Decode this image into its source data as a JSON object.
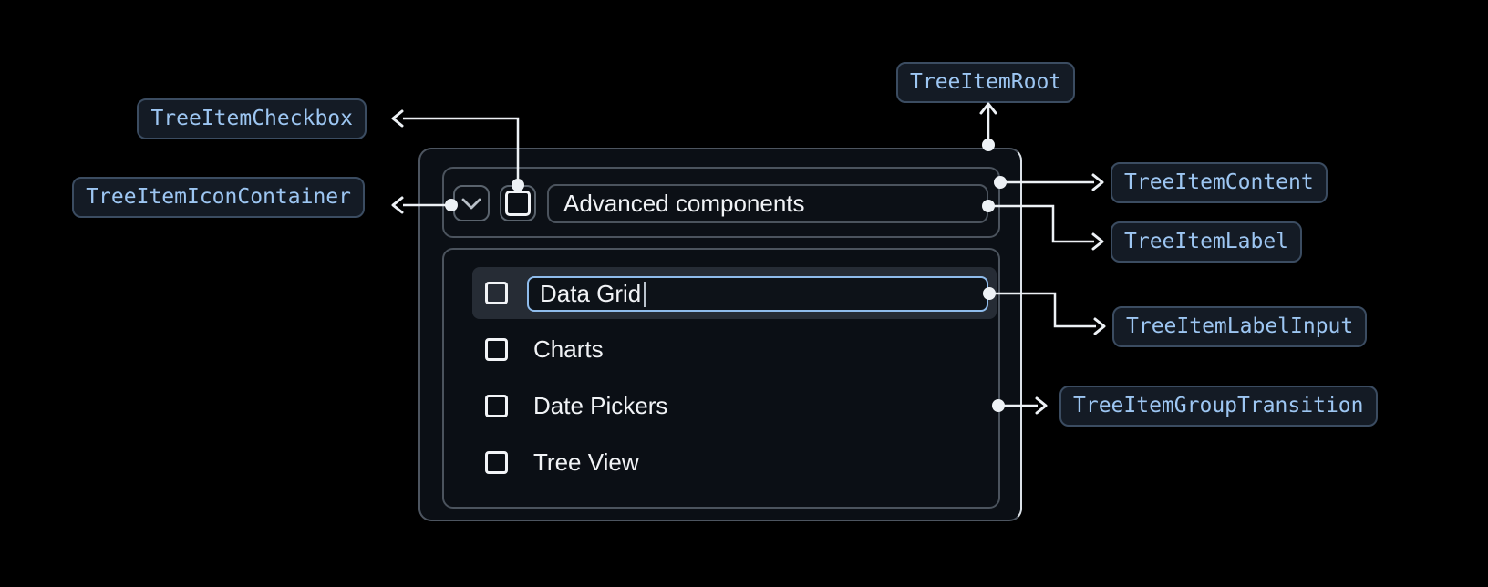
{
  "tree": {
    "parent": {
      "label": "Advanced components",
      "expanded": true,
      "checked": false
    },
    "children": [
      {
        "label": "Data Grid",
        "state": "editing",
        "input_value": "Data Grid",
        "checked": false
      },
      {
        "label": "Charts",
        "checked": false
      },
      {
        "label": "Date Pickers",
        "checked": false
      },
      {
        "label": "Tree View",
        "checked": false
      }
    ]
  },
  "callouts": {
    "root": "TreeItemRoot",
    "checkbox": "TreeItemCheckbox",
    "icon_container": "TreeItemIconContainer",
    "content": "TreeItemContent",
    "label": "TreeItemLabel",
    "label_input": "TreeItemLabelInput",
    "group_transition": "TreeItemGroupTransition"
  },
  "icons": {
    "expand": "chevron-down-icon",
    "checkbox": "checkbox-unchecked-icon"
  },
  "colors": {
    "background": "#000000",
    "panel_border": "#4d5560",
    "panel_border_highlight": "#dbe1e7",
    "text": "#f1f3f6",
    "row_highlight": "#262c35",
    "input_focus_border": "#8fbcec",
    "pill_background": "#141b25",
    "pill_border": "#3b4c61",
    "pill_text": "#9dc6f2",
    "connector": "#edf1f5"
  }
}
